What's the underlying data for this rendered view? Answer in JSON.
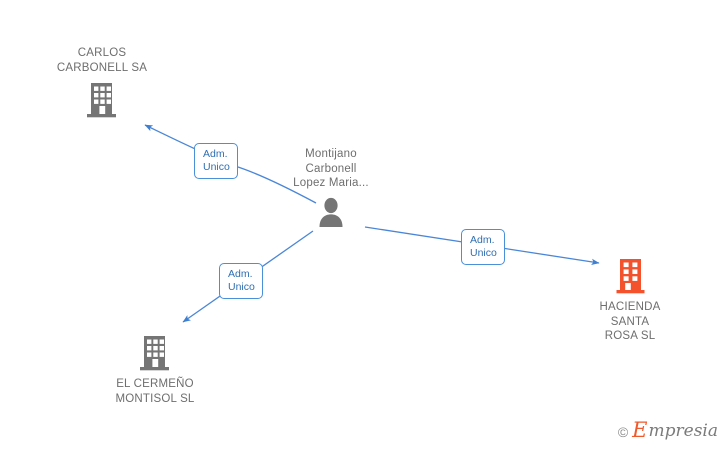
{
  "diagram": {
    "title": "Company relations network",
    "background": "#ffffff",
    "edge_color": "#4a86d8",
    "company_gray": "#757575",
    "company_orange": "#f4522c",
    "person_gray": "#757575",
    "label_color": "#6e6e6e",
    "badge_border": "#4a90d9",
    "badge_text": "#2f6fb3"
  },
  "nodes": {
    "person": {
      "name": "Montijano\nCarbonell\nLopez Maria...",
      "icon": "person-icon",
      "color": "#757575"
    },
    "company_top_left": {
      "name": "CARLOS\nCARBONELL SA",
      "icon": "building-icon",
      "color": "#757575"
    },
    "company_bottom_left": {
      "name": "EL CERMEÑO\nMONTISOL SL",
      "icon": "building-icon",
      "color": "#757575"
    },
    "company_right": {
      "name": "HACIENDA\nSANTA\nROSA SL",
      "icon": "building-icon",
      "color": "#f4522c"
    }
  },
  "edges": [
    {
      "id": "edge-to-carlos-carbonell",
      "from": "person",
      "to": "company_top_left",
      "badge": "Adm.\nUnico"
    },
    {
      "id": "edge-to-el-cermeno",
      "from": "person",
      "to": "company_bottom_left",
      "badge": "Adm.\nUnico"
    },
    {
      "id": "edge-to-hacienda-santa-rosa",
      "from": "person",
      "to": "company_right",
      "badge": "Adm.\nUnico"
    }
  ],
  "watermark": {
    "copyright": "©",
    "brand_initial": "E",
    "brand_rest": "mpresia"
  }
}
